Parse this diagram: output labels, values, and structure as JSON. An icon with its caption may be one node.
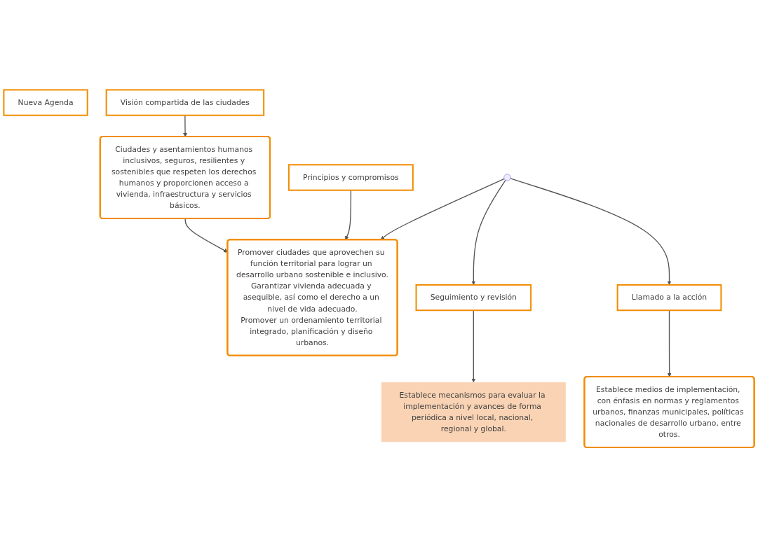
{
  "diagram": {
    "nodes": [
      {
        "text": [
          "Nueva Agenda"
        ]
      },
      {
        "text": [
          "Visión compartida de las ciudades"
        ]
      },
      {
        "text": [
          "Ciudades y asentamientos humanos inclusivos, seguros, resilientes y sostenibles que respeten los derechos humanos y proporcionen acceso a vivienda, infraestructura y servicios básicos."
        ]
      },
      {
        "text": [
          "Principios y compromisos"
        ]
      },
      {
        "text": [
          "Promover ciudades que aprovechen su función territorial para lograr un desarrollo urbano sostenible e inclusivo.",
          "Garantizar vivienda adecuada y asequible, así como el derecho a un nivel de vida adecuado.",
          "Promover un ordenamiento territorial integrado, planificación y diseño urbanos."
        ]
      },
      {
        "text": [
          "Seguimiento y revisión"
        ]
      },
      {
        "text": [],
        "shape": "point"
      },
      {
        "text": [
          "Llamado a la acción"
        ]
      },
      {
        "text": [
          "Establece mecanismos para evaluar la implementación y avances de forma periódica a nivel local, nacional, regional y global."
        ]
      },
      {
        "text": [
          "Establece medios de implementación, con énfasis en normas y reglamentos urbanos, finanzas municipales, políticas nacionales de desarrollo urbano, entre otros."
        ]
      }
    ],
    "edges": [
      {
        "from": 1,
        "to": 2,
        "arrow": "to"
      },
      {
        "from": 2,
        "to": 4,
        "arrow": "to"
      },
      {
        "from": 3,
        "to": 4,
        "arrow": "to"
      },
      {
        "from": 6,
        "to": 4,
        "arrow": "to"
      },
      {
        "from": 6,
        "to": 5,
        "arrow": "to"
      },
      {
        "from": 6,
        "to": 7,
        "arrow": "to"
      },
      {
        "from": 5,
        "to": 8,
        "arrow": "to"
      },
      {
        "from": 7,
        "to": 9,
        "arrow": "to"
      }
    ]
  }
}
